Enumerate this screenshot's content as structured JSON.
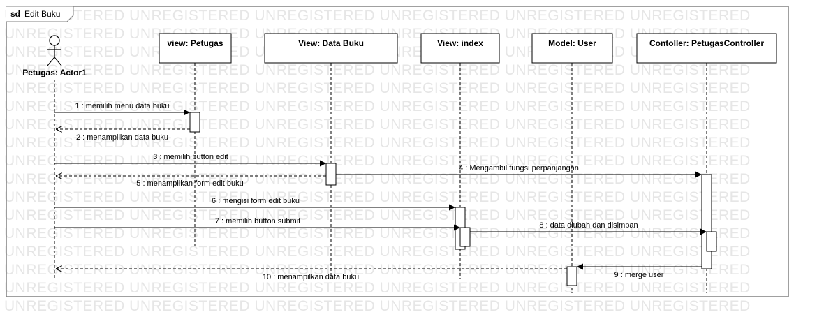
{
  "watermark": "UNREGISTERED UNREGISTERED UNREGISTERED UNREGISTERED UNREGISTERED UNREGISTERED",
  "frame": {
    "keyword": "sd",
    "name": "Edit Buku"
  },
  "actor": {
    "label": "Petugas: Actor1"
  },
  "lifelines": [
    {
      "id": "petugas-view",
      "label": "view: Petugas"
    },
    {
      "id": "data-buku-view",
      "label": "View: Data Buku"
    },
    {
      "id": "index-view",
      "label": "View: index"
    },
    {
      "id": "user-model",
      "label": "Model: User"
    },
    {
      "id": "petugas-controller",
      "label": "Contoller: PetugasController"
    }
  ],
  "messages": [
    {
      "n": 1,
      "text": "1 : memilih menu data buku",
      "kind": "sync"
    },
    {
      "n": 2,
      "text": "2 : menampilkan data buku",
      "kind": "return"
    },
    {
      "n": 3,
      "text": "3 : memilih button edit",
      "kind": "sync"
    },
    {
      "n": 4,
      "text": "4 : Mengambil fungsi perpanjangan",
      "kind": "sync"
    },
    {
      "n": 5,
      "text": "5 : menampilkan form edit buku",
      "kind": "return"
    },
    {
      "n": 6,
      "text": "6 : mengisi form edit buku",
      "kind": "sync"
    },
    {
      "n": 7,
      "text": "7 : memilih button submit",
      "kind": "sync"
    },
    {
      "n": 8,
      "text": "8 : data diubah dan disimpan",
      "kind": "sync"
    },
    {
      "n": 9,
      "text": "9 : merge user",
      "kind": "sync"
    },
    {
      "n": 10,
      "text": "10 : menampilkan data buku",
      "kind": "return"
    }
  ]
}
